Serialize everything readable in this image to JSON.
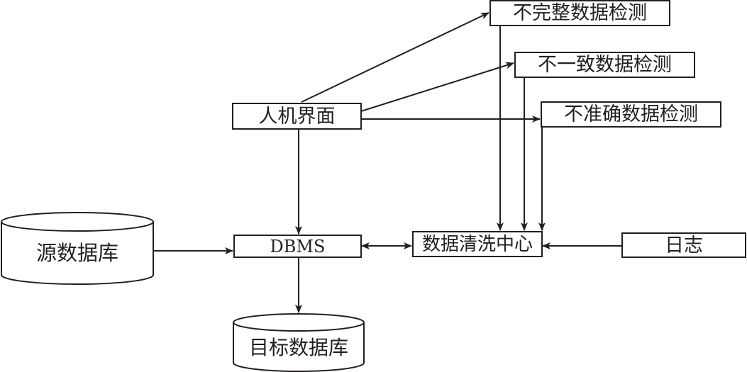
{
  "diagram": {
    "nodes": {
      "incomplete_check": "不完整数据检测",
      "inconsistent_check": "不一致数据检测",
      "inaccurate_check": "不准确数据检测",
      "ui": "人机界面",
      "dbms": "DBMS",
      "cleaning_center": "数据清洗中心",
      "log": "日志",
      "source_db": "源数据库",
      "target_db": "目标数据库"
    },
    "colors": {
      "stroke": "#231f20",
      "background": "#ffffff"
    }
  }
}
